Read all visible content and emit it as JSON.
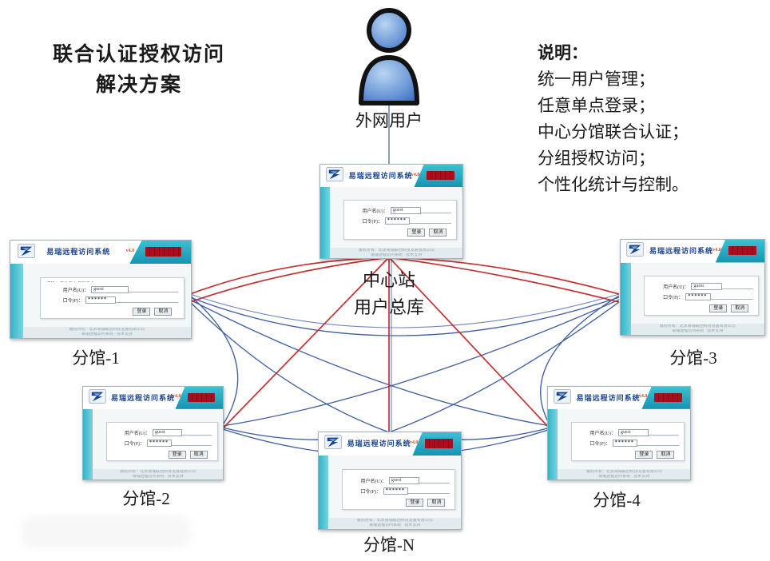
{
  "main_title": {
    "line1": "联合认证授权访问",
    "line2": "解决方案"
  },
  "external_user": {
    "label": "外网用户"
  },
  "notes": {
    "heading": "说明：",
    "items": [
      "统一用户管理；",
      "任意单点登录；",
      "中心分馆联合认证；",
      "分组授权访问；",
      "个性化统计与控制。"
    ]
  },
  "center_station": {
    "line1": "中心站",
    "line2": "用户总库"
  },
  "branches": {
    "b1": "分馆-1",
    "b2": "分馆-2",
    "b3": "分馆-3",
    "b4": "分馆-4",
    "bN": "分馆-N"
  },
  "login_window": {
    "title": "易瑞远程访问系统",
    "version": "v4.0",
    "hint": "· 请输入您的用户名和口令：",
    "username_label": "用户名(U)：",
    "username_value": "guest",
    "password_label": "口令(P)：",
    "password_value": "******",
    "login_button": "登录",
    "cancel_button": "取消",
    "fine_print_line1": "版权所有：北京易瑞联创科技发展有限公司",
    "fine_print_line2": "易瑞远程访问系统 · 技术支持"
  },
  "colors": {
    "line_red": "#c23232",
    "line_blue": "#3b5ca2",
    "window_teal": "#2fb3c9",
    "badge_red": "#a80f1c",
    "title_navy": "#17418c",
    "person_blue": "#4a7cc8"
  }
}
